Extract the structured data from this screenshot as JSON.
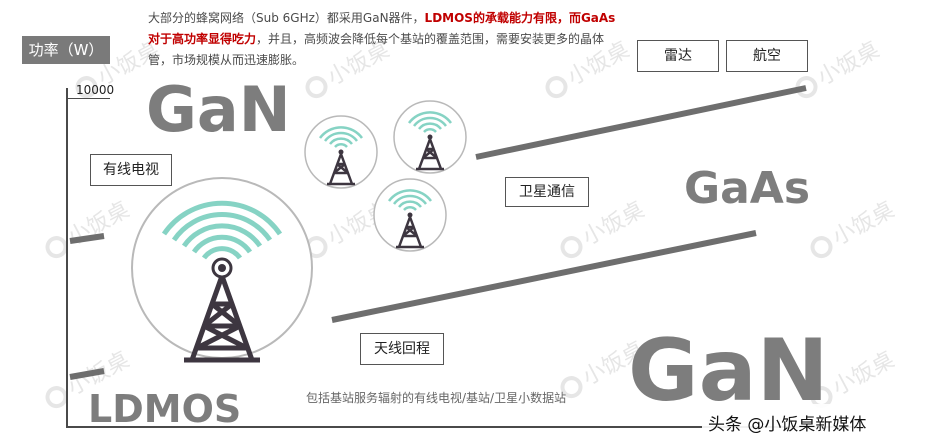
{
  "axis": {
    "y_label": "功率（W）",
    "tick_value": "10000"
  },
  "description": {
    "part1": "大部分的蜂窝网络（Sub 6GHz）都采用GaN器件，",
    "highlight": "LDMOS的承载能力有限，而GaAs对于高功率显得吃力",
    "part2": "，并且，高频波会降低每个基站的覆盖范围，需要安装更多的晶体管，市场规模从而迅速膨胀。"
  },
  "technologies": {
    "gan_top": "GaN",
    "gaas": "GaAs",
    "gan_bottom": "GaN",
    "ldmos": "LDMOS"
  },
  "applications": {
    "radar": "雷达",
    "aviation": "航空",
    "cable_tv": "有线电视",
    "satellite": "卫星通信",
    "backhaul": "天线回程"
  },
  "caption": "包括基站服务辐射的有线电视/基站/卫星小数据站",
  "credit": "头条 @小饭桌新媒体",
  "watermark": "小饭桌",
  "colors": {
    "trend_line": "#6e6e6e",
    "signal_wave": "#86d3c4",
    "tower": "#3d3640",
    "highlight": "#c00000"
  }
}
